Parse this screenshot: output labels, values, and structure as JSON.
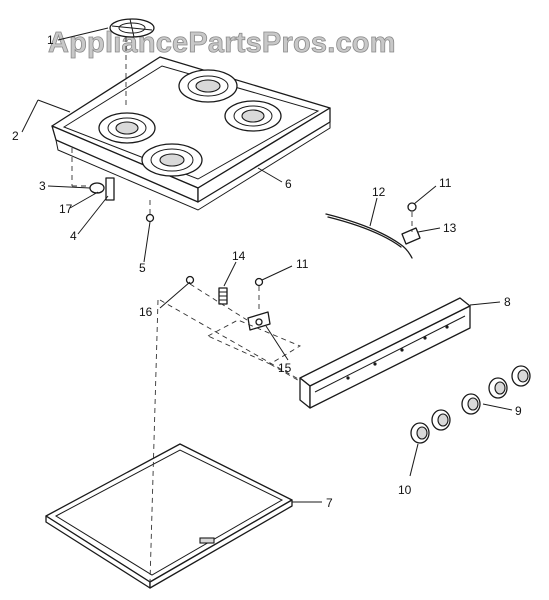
{
  "watermark": "AppliancePartsPros.com",
  "callouts": [
    "1",
    "2",
    "3",
    "17",
    "4",
    "5",
    "6",
    "12",
    "11",
    "13",
    "14",
    "11",
    "16",
    "8",
    "15",
    "9",
    "10",
    "7"
  ]
}
